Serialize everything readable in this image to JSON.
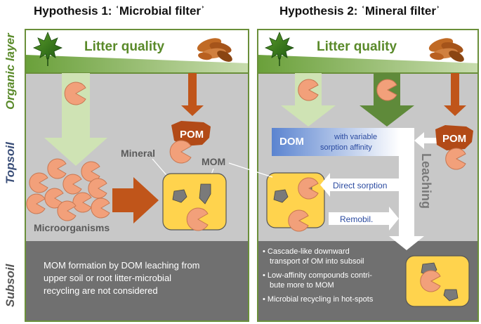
{
  "titles": {
    "h1": "Hypothesis 1: ʿMicrobial filterʾ",
    "h2": "Hypothesis 2: ʿMineral filterʾ"
  },
  "layers": {
    "organic": "Organic layer",
    "topsoil": "Topsoil",
    "subsoil": "Subsoil"
  },
  "left": {
    "litter": "Litter quality",
    "pom": "POM",
    "mineral": "Mineral",
    "mom": "MOM",
    "microorganisms": "Microorganisms",
    "subsoil_text": [
      "MOM formation by DOM leaching from",
      "upper soil or root litter-microbial",
      "recycling are not considered"
    ]
  },
  "right": {
    "litter": "Litter quality",
    "pom": "POM",
    "dom": "DOM",
    "dom_desc": [
      "with variable",
      "sorption affinity"
    ],
    "leaching": "Leaching",
    "direct_sorption": "Direct sorption",
    "remobil": "Remobil.",
    "bullets": [
      [
        "Cascade-like downward",
        "transport of OM into subsoil"
      ],
      [
        "Low-affinity compounds contri-",
        "bute more to MOM"
      ],
      [
        "Microbial recycling in hot-spots"
      ]
    ]
  },
  "colors": {
    "panel_border": "#6a8f3a",
    "top_gray": "#c8c8c8",
    "sub_gray": "#707070",
    "light_green": "#cfe3b4",
    "dark_green": "#5f8a3a",
    "orange_arrow": "#c0551a",
    "pom_fill": "#b24a17",
    "mineral_fill": "#ffd34d",
    "microbe_fill": "#f2a07a",
    "dom_blue": "#6a8fd4",
    "title_green": "#5a8a2a",
    "layer_blue": "#3a4e78"
  }
}
